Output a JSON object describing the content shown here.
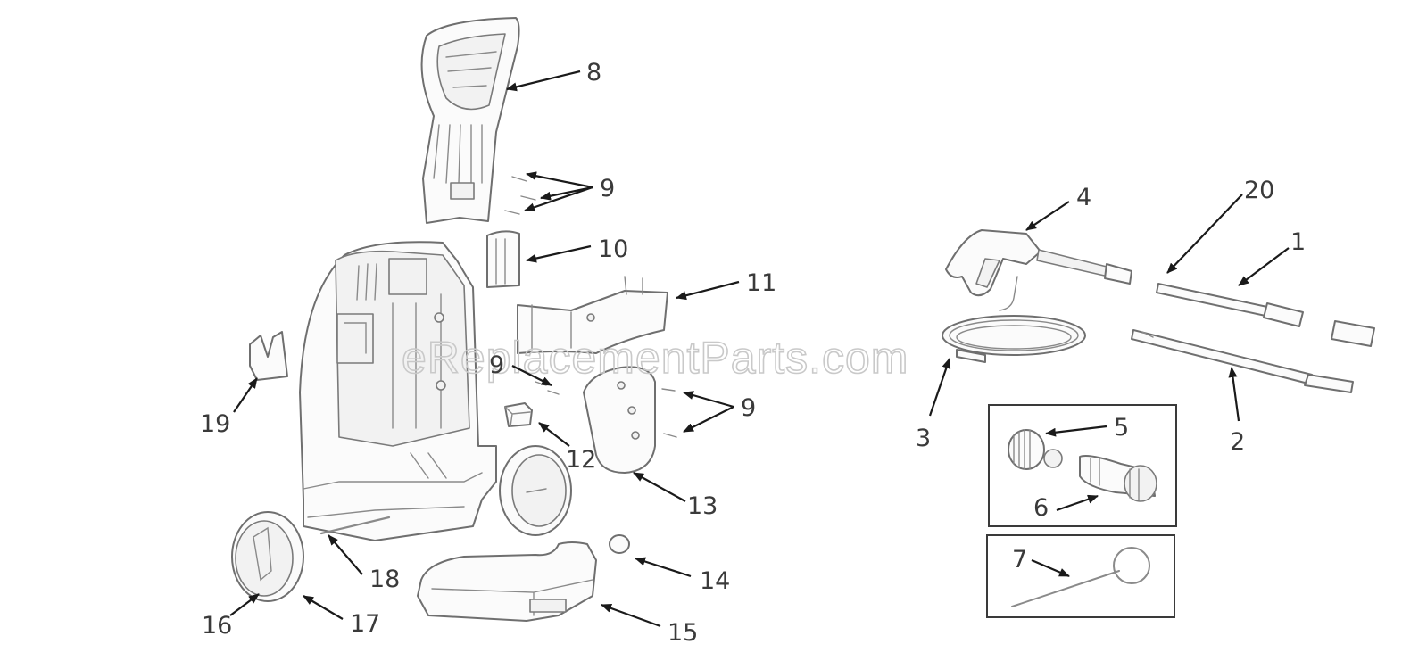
{
  "watermark": "eReplacementParts.com",
  "callouts": {
    "c1": "1",
    "c2": "2",
    "c3": "3",
    "c4": "4",
    "c5": "5",
    "c6": "6",
    "c7": "7",
    "c8": "8",
    "c9a": "9",
    "c9b": "9",
    "c9c": "9",
    "c10": "10",
    "c11": "11",
    "c12": "12",
    "c13": "13",
    "c14": "14",
    "c15": "15",
    "c16": "16",
    "c17": "17",
    "c18": "18",
    "c19": "19",
    "c20": "20"
  }
}
